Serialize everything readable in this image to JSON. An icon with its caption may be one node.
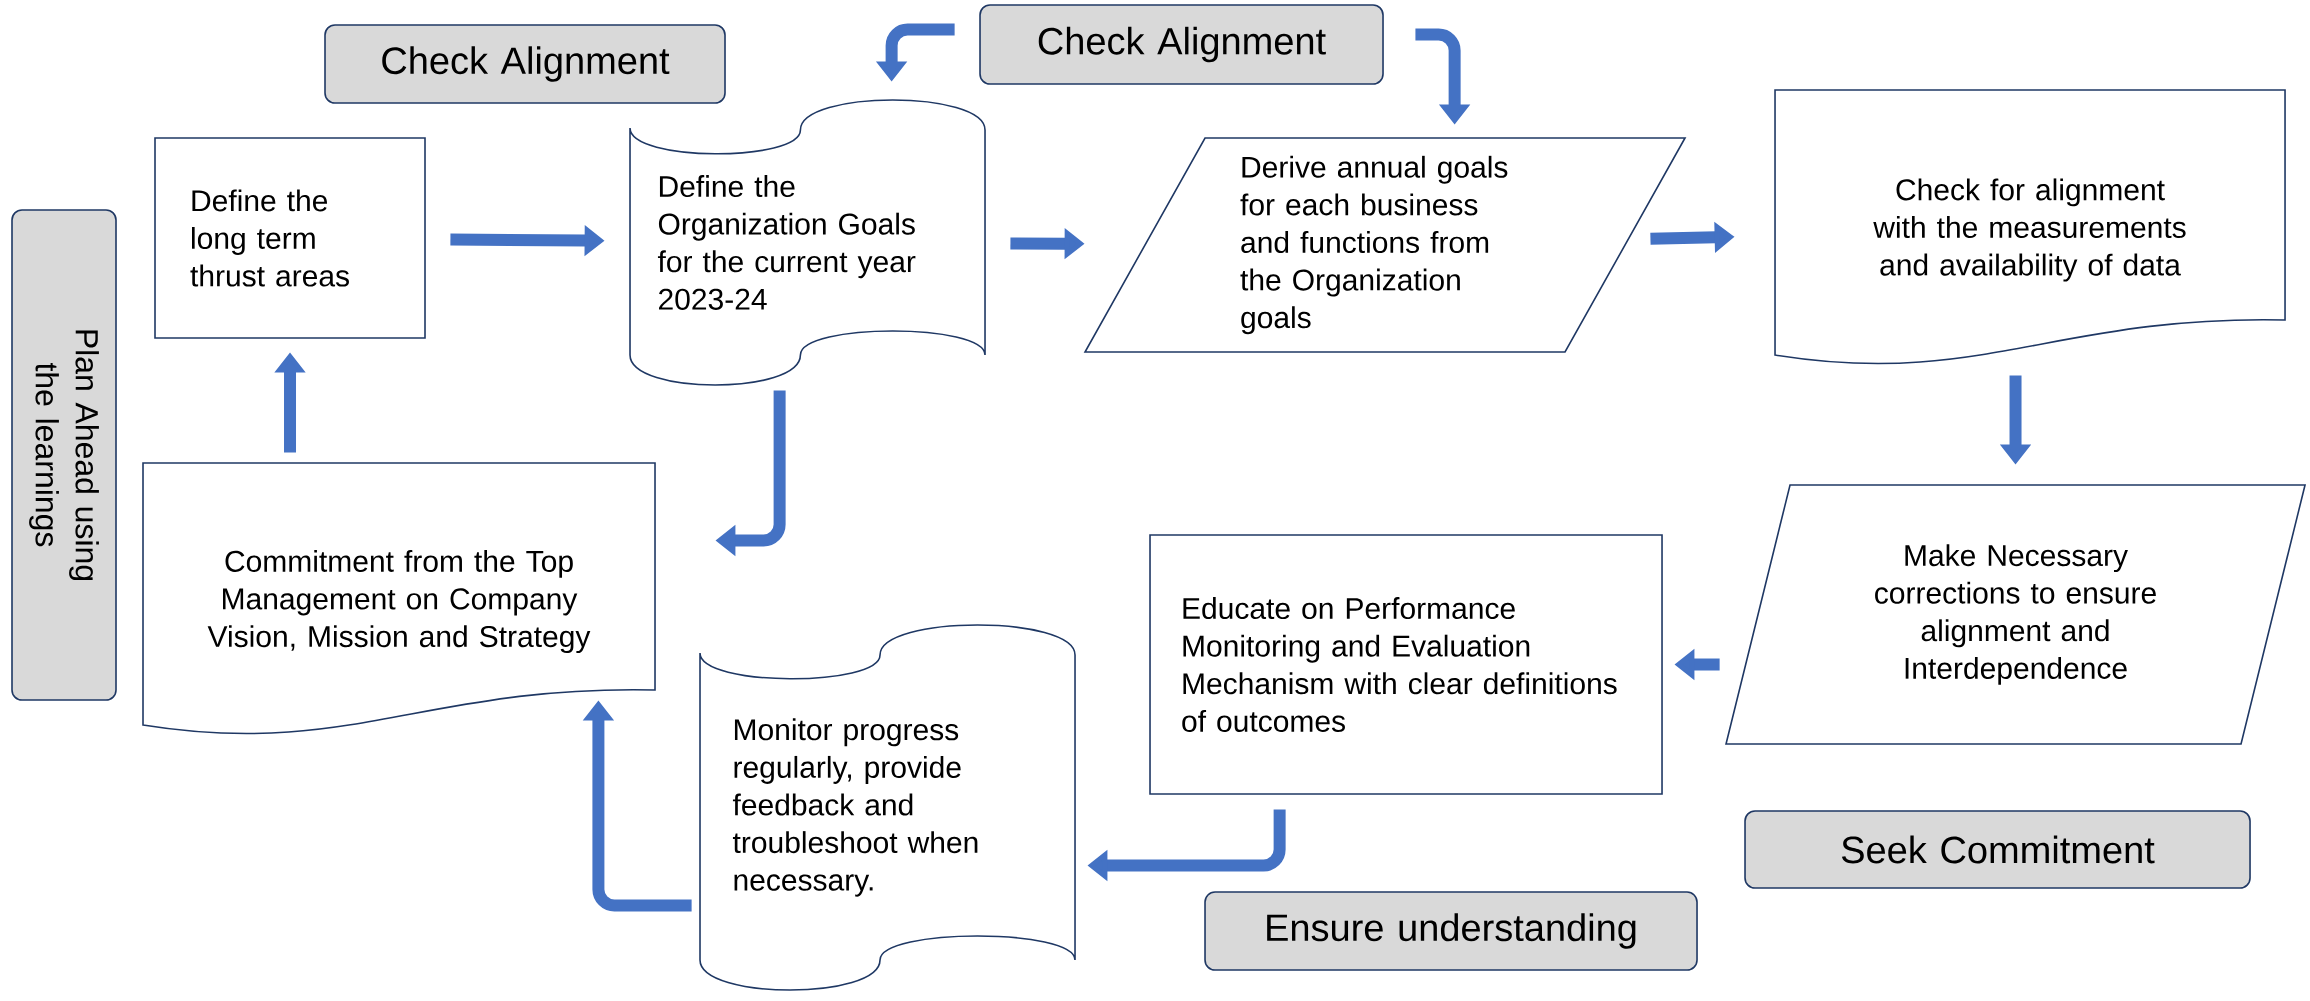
{
  "diagram": {
    "nodes": [
      {
        "text": [
          "Check Alignment"
        ]
      },
      {
        "text": [
          "Check Alignment"
        ]
      },
      {
        "text": [
          "Plan Ahead using the learnings"
        ]
      },
      {
        "text": [
          "Define the long term thrust areas"
        ]
      },
      {
        "text": [
          "Define the Organization Goals for the current year 2023-24"
        ]
      },
      {
        "text": [
          "Derive annual goals for each business and functions from the Organization goals"
        ]
      },
      {
        "text": [
          "Check for alignment with the measurements and availability of data"
        ]
      },
      {
        "text": [
          "Commitment from the Top Management on Company Vision, Mission and Strategy"
        ]
      },
      {
        "text": [
          "Make Necessary corrections to ensure alignment and Interdependence"
        ]
      },
      {
        "text": [
          "Educate on Performance Monitoring and Evaluation Mechanism with clear definitions of outcomes"
        ]
      },
      {
        "text": [
          "Monitor progress regularly, provide feedback and troubleshoot when necessary."
        ]
      },
      {
        "text": [
          "Seek Commitment"
        ]
      },
      {
        "text": [
          "Ensure understanding"
        ]
      }
    ],
    "edges": [
      {
        "from": 3,
        "to": 4,
        "arrow": "to"
      },
      {
        "from": 4,
        "to": 5,
        "arrow": "to"
      },
      {
        "from": 5,
        "to": 6,
        "arrow": "to"
      },
      {
        "from": 6,
        "to": 8,
        "arrow": "to"
      },
      {
        "from": 8,
        "to": 9,
        "arrow": "to"
      },
      {
        "from": 9,
        "to": 10,
        "arrow": "to"
      },
      {
        "from": 10,
        "to": 7,
        "arrow": "to"
      },
      {
        "from": 7,
        "to": 3,
        "arrow": "to"
      },
      {
        "from": 4,
        "to": 7,
        "arrow": "to"
      },
      {
        "from": 1,
        "to": 4,
        "arrow": "to"
      },
      {
        "from": 1,
        "to": 5,
        "arrow": "to"
      }
    ]
  }
}
